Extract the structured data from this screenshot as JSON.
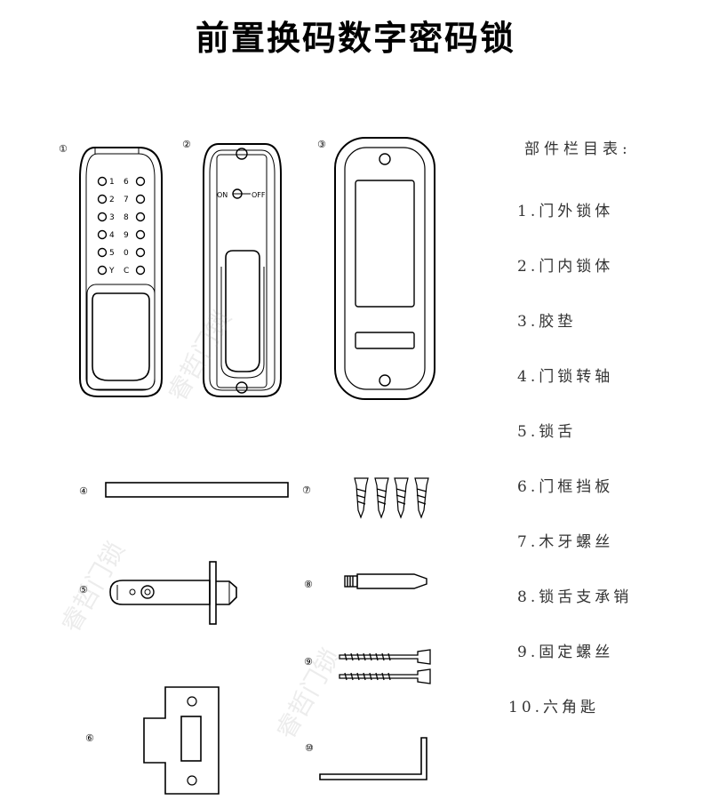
{
  "title": "前置换码数字密码锁",
  "parts_list": {
    "header": "部件栏目表:",
    "items": [
      "1.门外锁体",
      "2.门内锁体",
      "3.胶垫",
      "4.门锁转轴",
      "5.锁舌",
      "6.门框挡板",
      "7.木牙螺丝",
      "8.锁舌支承销",
      "9.固定螺丝",
      "10.六角匙"
    ]
  },
  "figure_numbers": [
    "①",
    "②",
    "③",
    "④",
    "⑤",
    "⑥",
    "⑦",
    "⑧",
    "⑨",
    "⑩"
  ],
  "keypad": {
    "left_keys": [
      "1",
      "2",
      "3",
      "4",
      "5",
      "Y"
    ],
    "right_keys": [
      "6",
      "7",
      "8",
      "9",
      "0",
      "C"
    ]
  },
  "switch": {
    "on_label": "ON",
    "off_label": "OFF"
  },
  "watermark": "睿哲门锁",
  "colors": {
    "line": "#000000",
    "background": "#ffffff",
    "text": "#333333",
    "watermark": "#969696"
  }
}
